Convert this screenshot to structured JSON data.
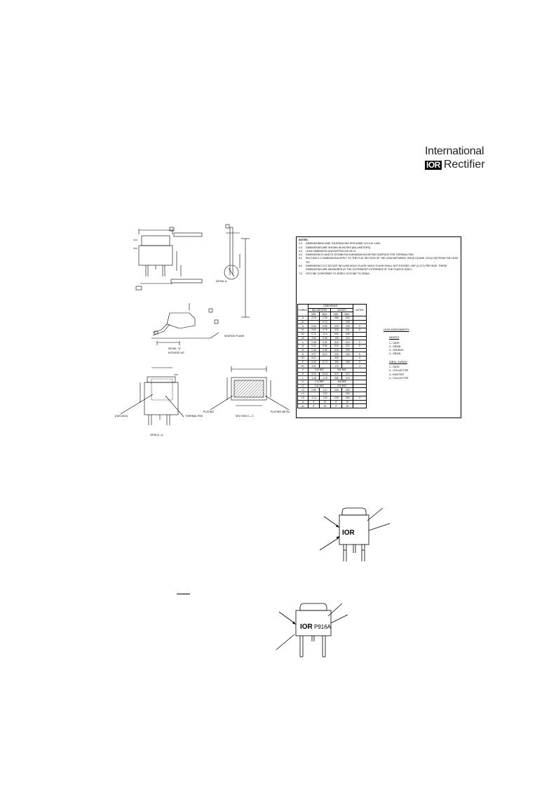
{
  "logo": {
    "line1": "International",
    "mark": "IOR",
    "line2": "Rectifier"
  },
  "outline": {
    "labels": {
      "detail_a": "DETAIL A",
      "detail_a_title": "DETAIL \"A\"",
      "rotated": "ROTATED 90°",
      "seating_plane": "SEATING PLANE",
      "datum_a": "(DATUM A)",
      "thermal_pad": "THERMAL PAD",
      "view_aa": "VIEW A—A",
      "plating": "PLATING",
      "base_metal": "PLATING METAL",
      "section_cc": "SECTION C—C"
    }
  },
  "notes": {
    "header": "NOTES:",
    "items": [
      {
        "n": "1.0",
        "t": "DIMENSIONING AND TOLERANCING PER ASME Y14.5 M- 1994."
      },
      {
        "n": "2.0",
        "t": "DIMENSIONS ARE SHOWN IN INCHES [MILLIMETERS]."
      },
      {
        "n": "3.0",
        "t": "LEAD DIMENSION UNCONTROLLED IN L5."
      },
      {
        "n": "4.0",
        "t": "DIMENSION D1 AND E1 ESTABLISH A MINIMUM MOUNTING SURFACE FOR THERMAL PAD."
      },
      {
        "n": "5.0",
        "t": "SECTION C-C DIMENSIONS APPLY TO THE FLAT SECTION OF THE LEAD BETWEEN .005 [0.13] AND .010 [0.25] FROM THE LEAD TIP."
      },
      {
        "n": "6.0",
        "t": "DIMENSION D & E DO NOT INCLUDE MOLD FLASH. MOLD FLASH SHALL NOT EXCEED .005\" (0.127) PER SIDE. THESE DIMENSIONS ARE MEASURED AT THE OUTERMOST EXTREMES OF THE PLASTIC BODY."
      },
      {
        "n": "7.0",
        "t": "OUTLINE CONFORMS TO JEDEC OUTLINE TO-252AA."
      }
    ]
  },
  "dimensions": {
    "title": "DIMENSIONS",
    "col_symbol": "SYMBOL",
    "col_mm": "MILLIMETERS",
    "col_in": "INCHES",
    "col_notes": "NOTES",
    "min": "MIN.",
    "max": "MAX.",
    "rows": [
      [
        "A",
        "2.18",
        "2.39",
        ".086",
        ".094",
        ""
      ],
      [
        "A1",
        "",
        "0.13",
        "",
        ".005",
        ""
      ],
      [
        "b",
        "0.64",
        "0.89",
        ".025",
        ".035",
        "5"
      ],
      [
        "b1",
        "0.64",
        "0.79",
        ".025",
        ".031",
        "5"
      ],
      [
        "b2",
        "0.76",
        "1.14",
        ".030",
        ".045",
        ""
      ],
      [
        "b3",
        "4.95",
        "5.46",
        ".195",
        ".215",
        ""
      ],
      [
        "c",
        "0.46",
        "0.61",
        ".018",
        ".024",
        "5"
      ],
      [
        "c1",
        "0.41",
        "0.56",
        ".016",
        ".022",
        "5"
      ],
      [
        "c2",
        "0.46",
        "0.89",
        ".018",
        ".035",
        ""
      ],
      [
        "D",
        "5.97",
        "6.22",
        ".235",
        ".245",
        "6"
      ],
      [
        "D1",
        "5.21",
        "-",
        ".205",
        "-",
        "4"
      ],
      [
        "E",
        "6.35",
        "6.73",
        ".250",
        ".265",
        "6"
      ],
      [
        "E1",
        "4.32",
        "-",
        ".170",
        "-",
        "4"
      ],
      [
        "e",
        "2.29 BSC",
        "",
        ".090 BSC",
        "",
        ""
      ],
      [
        "H",
        "9.40",
        "10.41",
        ".370",
        ".410",
        ""
      ],
      [
        "L",
        "1.40",
        "1.78",
        ".055",
        ".070",
        ""
      ],
      [
        "L1",
        "2.74 REF",
        "",
        ".108 REF",
        "",
        ""
      ],
      [
        "L2",
        "0.51 BSC",
        "",
        ".020 BSC",
        "",
        ""
      ],
      [
        "L3",
        "0.89",
        "1.27",
        ".035",
        ".050",
        ""
      ],
      [
        "L4",
        "",
        "1.02",
        "",
        ".040",
        ""
      ],
      [
        "L5",
        "1.14",
        "1.52",
        ".045",
        ".060",
        "3"
      ],
      [
        "ø",
        "0°",
        "10°",
        "0°",
        "10°",
        ""
      ],
      [
        "ø1",
        "0°",
        "15°",
        "0°",
        "15°",
        ""
      ]
    ]
  },
  "lead_assignments": {
    "title": "LEAD ASSIGNMENTS",
    "hexfet_title": "HEXFET",
    "hexfet": [
      "1.- GATE",
      "2.- DRAIN",
      "3.- SOURCE",
      "4.- DRAIN"
    ],
    "igbt_title": "IGBTs, CoPACK",
    "igbt": [
      "1.- GATE",
      "2.- COLLECTOR",
      "3.- EMITTER",
      "4.- COLLECTOR"
    ]
  },
  "parts": {
    "logo1": "IOR",
    "logo2": "IOR",
    "part_code": "P916A"
  }
}
